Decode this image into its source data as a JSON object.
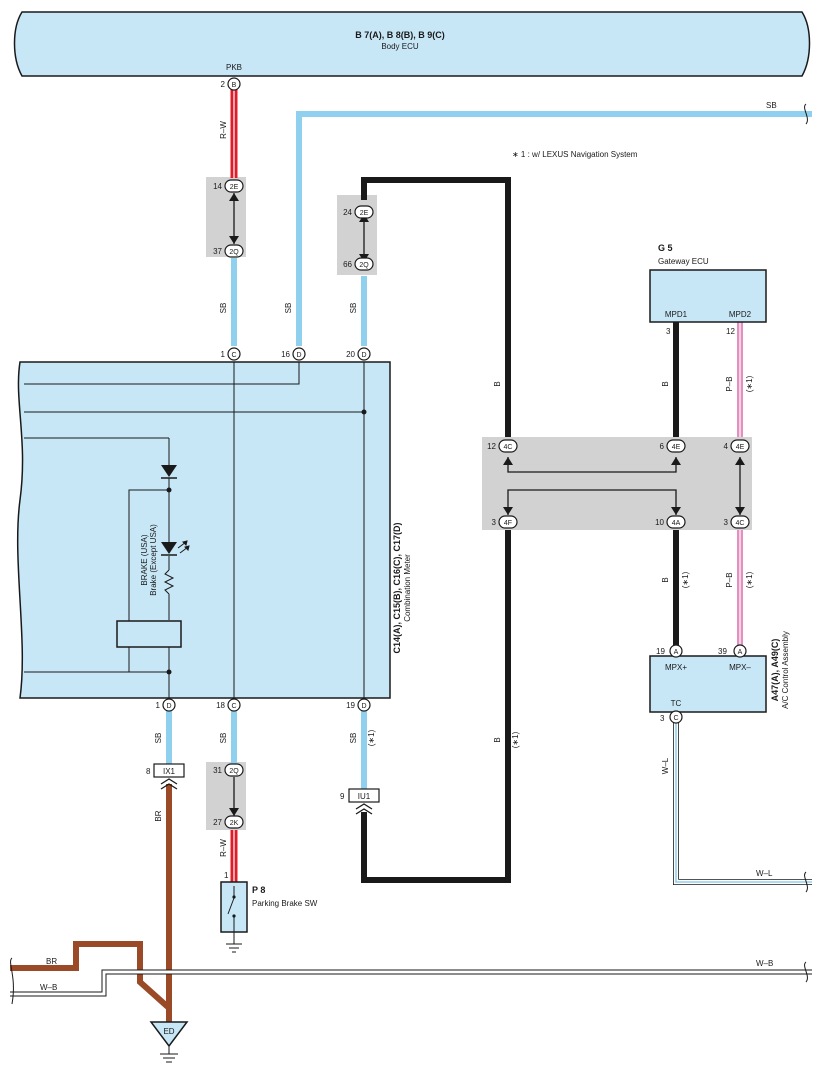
{
  "colors": {
    "sb": "#8fd0ef",
    "red": "#e01c2a",
    "black": "#1a1a1a",
    "brown": "#9a4a26",
    "pink": "#e48fbf",
    "blue_fill": "#c7e7f7",
    "joint_gray": "#d2d2d2",
    "white": "#ffffff"
  },
  "body_ecu": {
    "code": "B 7(A), B 8(B), B 9(C)",
    "name": "Body ECU",
    "pin_name": "PKB",
    "pin_no": "2",
    "pin_letter": "B"
  },
  "note": "∗ 1 : w/ LEXUS Navigation System",
  "gateway": {
    "code": "G 5",
    "name": "Gateway ECU",
    "pin1_name": "MPD1",
    "pin2_name": "MPD2",
    "pin1_no": "3",
    "pin2_no": "12"
  },
  "meter": {
    "code": "C14(A), C15(B), C16(C), C17(D)",
    "name": "Combination Meter",
    "brake_label_1": "BRAKE (USA)",
    "brake_label_2": "Brake (Except USA)",
    "top_pins": [
      {
        "no": "1",
        "letter": "C"
      },
      {
        "no": "16",
        "letter": "D"
      },
      {
        "no": "20",
        "letter": "D"
      }
    ],
    "bottom_pins": [
      {
        "no": "1",
        "letter": "D"
      },
      {
        "no": "18",
        "letter": "C"
      },
      {
        "no": "19",
        "letter": "D"
      }
    ]
  },
  "ac": {
    "code": "A47(A), A49(C)",
    "name": "A/C Control Assembly",
    "mpx_plus": "MPX+",
    "mpx_minus": "MPX–",
    "tc": "TC",
    "pin_mpx_plus_no": "19",
    "pin_mpx_plus_letter": "A",
    "pin_mpx_minus_no": "39",
    "pin_mpx_minus_letter": "A",
    "pin_tc_no": "3",
    "pin_tc_letter": "C"
  },
  "parking_sw": {
    "code": "P 8",
    "name": "Parking Brake SW",
    "pin_no": "1"
  },
  "ground": {
    "label": "ED"
  },
  "connectors": {
    "ix1": {
      "label": "IX1",
      "pin": "8"
    },
    "iu1": {
      "label": "IU1",
      "pin": "9"
    }
  },
  "junctions": {
    "a_top": {
      "no": "14",
      "letter": "2E"
    },
    "a_bot": {
      "no": "37",
      "letter": "2Q"
    },
    "b_top": {
      "no": "24",
      "letter": "2E"
    },
    "b_bot": {
      "no": "66",
      "letter": "2Q"
    },
    "c_top": {
      "no": "31",
      "letter": "2Q"
    },
    "c_bot": {
      "no": "27",
      "letter": "2K"
    },
    "big_tl": {
      "no": "12",
      "letter": "4C"
    },
    "big_tm": {
      "no": "6",
      "letter": "4E"
    },
    "big_tr": {
      "no": "4",
      "letter": "4E"
    },
    "big_bl": {
      "no": "3",
      "letter": "4F"
    },
    "big_bm": {
      "no": "10",
      "letter": "4A"
    },
    "big_br": {
      "no": "3",
      "letter": "4C"
    }
  },
  "wire_labels": {
    "rw": "R–W",
    "sb": "SB",
    "b": "B",
    "pb": "P–B",
    "br": "BR",
    "wl": "W–L",
    "wb": "W–B",
    "star1": "(∗1)"
  }
}
